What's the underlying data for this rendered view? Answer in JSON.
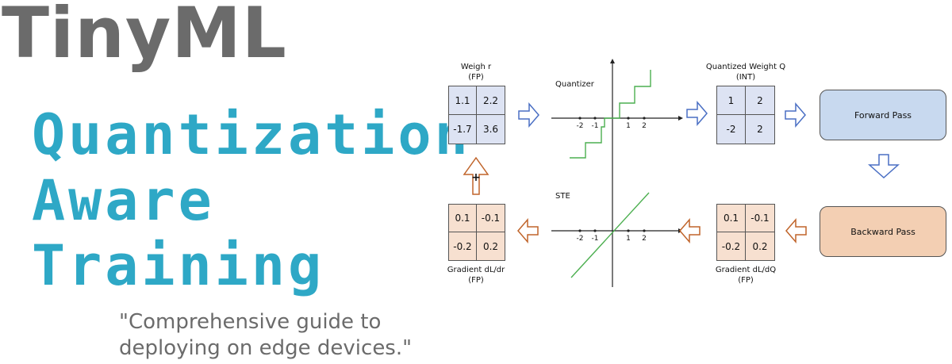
{
  "brand": "TinyML",
  "title_lines": [
    "Quantization",
    "Aware",
    "Training"
  ],
  "quote_lines": [
    "\"Comprehensive guide to",
    "deploying on edge devices.\""
  ],
  "diagram": {
    "weight_label": "Weigh r",
    "weight_sub": "(FP)",
    "weights": [
      "1.1",
      "2.2",
      "-1.7",
      "3.6"
    ],
    "quantizer_label": "Quantizer",
    "ste_label": "STE",
    "axis_ticks": [
      "-2",
      "-1",
      "1",
      "2"
    ],
    "qweight_label": "Quantized Weight Q",
    "qweight_sub": "(INT)",
    "qweights": [
      "1",
      "2",
      "-2",
      "2"
    ],
    "forward_label": "Forward Pass",
    "backward_label": "Backward Pass",
    "grad_q_label": "Gradient dL/dQ",
    "grad_q_sub": "(FP)",
    "grad_q": [
      "0.1",
      "-0.1",
      "-0.2",
      "0.2"
    ],
    "grad_r_label": "Gradient dL/dr",
    "grad_r_sub": "(FP)",
    "grad_r": [
      "0.1",
      "-0.1",
      "-0.2",
      "0.2"
    ],
    "plus_symbol": "+"
  },
  "colors": {
    "brand_gray": "#6b6b6b",
    "title_teal": "#2ea8c6",
    "arrow_blue": "#4a6fc4",
    "arrow_orange": "#c0642a",
    "curve_green": "#4caf50"
  }
}
